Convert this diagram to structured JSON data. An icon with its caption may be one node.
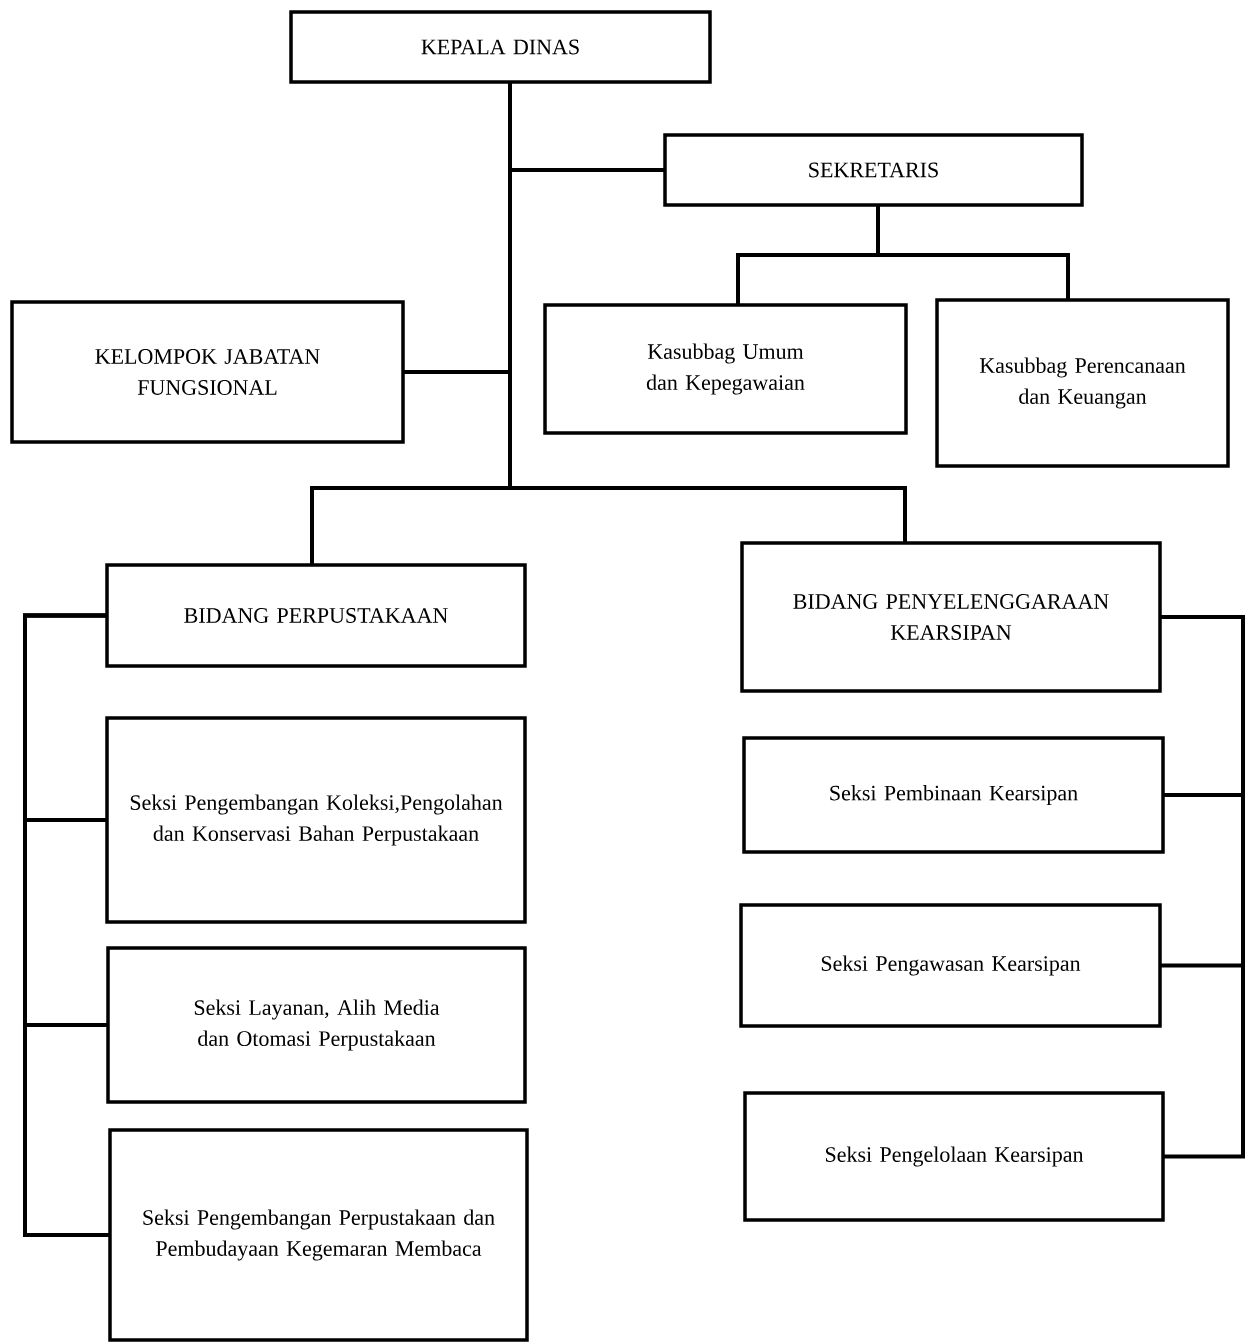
{
  "diagram": {
    "nodes": [
      {
        "text": [
          "KEPALA DINAS"
        ]
      },
      {
        "text": [
          "SEKRETARIS"
        ]
      },
      {
        "text": [
          "KELOMPOK JABATAN FUNGSIONAL"
        ]
      },
      {
        "text": [
          "Kasubbag Umum dan Kepegawaian"
        ]
      },
      {
        "text": [
          "Kasubbag Perencanaan dan Keuangan"
        ]
      },
      {
        "text": [
          "BIDANG PERPUSTAKAAN"
        ]
      },
      {
        "text": [
          "Seksi Pengembangan Koleksi,Pengolahan dan Konservasi Bahan Perpustakaan"
        ]
      },
      {
        "text": [
          "Seksi Layanan, Alih Media dan Otomasi Perpustakaan"
        ]
      },
      {
        "text": [
          "Seksi Pengembangan Perpustakaan dan Pembudayaan Kegemaran Membaca"
        ]
      },
      {
        "text": [
          "BIDANG PENYELENGGARAAN KEARSIPAN"
        ]
      },
      {
        "text": [
          "Seksi Pembinaan Kearsipan"
        ]
      },
      {
        "text": [
          "Seksi Pengawasan Kearsipan"
        ]
      },
      {
        "text": [
          "Seksi Pengelolaan Kearsipan"
        ]
      }
    ],
    "edges": [
      {
        "from": 0,
        "to": 1,
        "arrow": "none"
      },
      {
        "from": 0,
        "to": 2,
        "arrow": "none"
      },
      {
        "from": 0,
        "to": 5,
        "arrow": "none"
      },
      {
        "from": 0,
        "to": 9,
        "arrow": "none"
      },
      {
        "from": 1,
        "to": 3,
        "arrow": "none"
      },
      {
        "from": 1,
        "to": 4,
        "arrow": "none"
      },
      {
        "from": 5,
        "to": 6,
        "arrow": "none"
      },
      {
        "from": 5,
        "to": 7,
        "arrow": "none"
      },
      {
        "from": 5,
        "to": 8,
        "arrow": "none"
      },
      {
        "from": 9,
        "to": 10,
        "arrow": "none"
      },
      {
        "from": 9,
        "to": 11,
        "arrow": "none"
      },
      {
        "from": 9,
        "to": 12,
        "arrow": "none"
      }
    ]
  }
}
